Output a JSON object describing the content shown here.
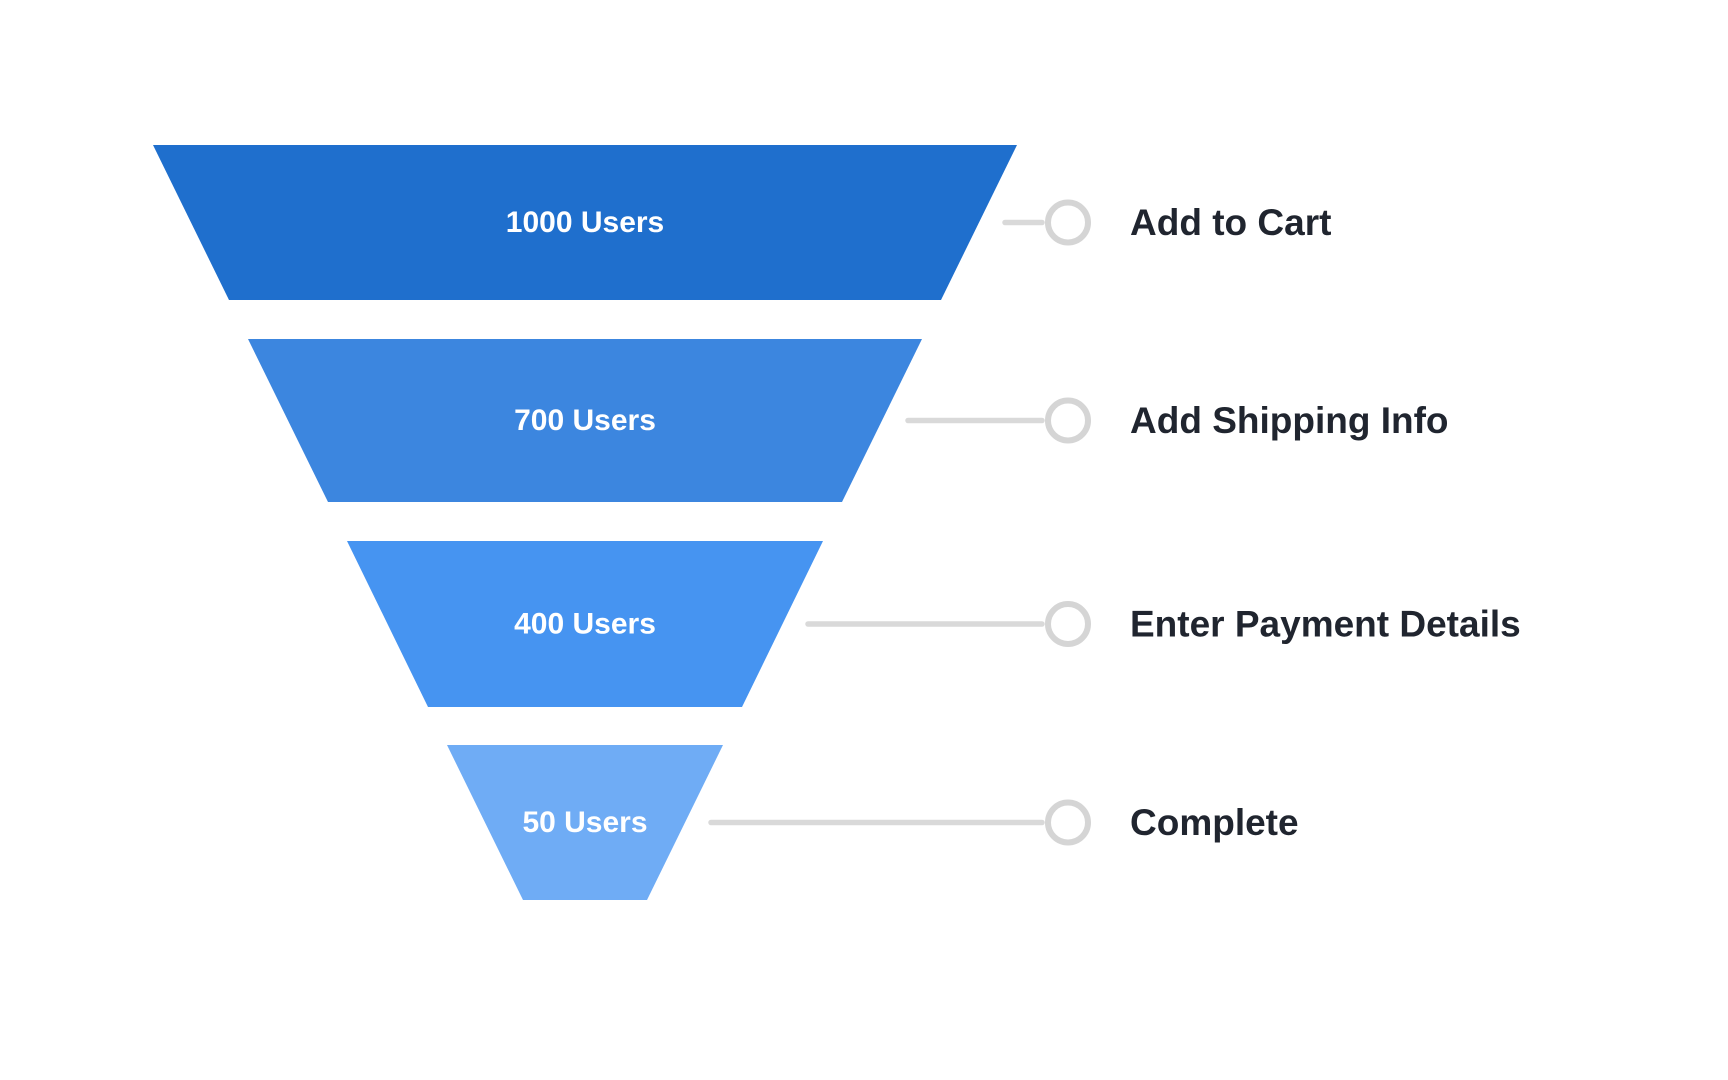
{
  "chart_data": {
    "type": "funnel",
    "title": "",
    "orientation": "top-wide-inverted-funnel",
    "categories": [
      "Add to Cart",
      "Add Shipping Info",
      "Enter Payment Details",
      "Complete"
    ],
    "values": [
      1000,
      700,
      400,
      50
    ],
    "unit": "Users",
    "stages": [
      {
        "label": "Add to Cart",
        "users": 1000,
        "value_label": "1000 Users",
        "color": "#1F6FCD"
      },
      {
        "label": "Add Shipping Info",
        "users": 700,
        "value_label": "700 Users",
        "color": "#3C86DF"
      },
      {
        "label": "Enter Payment Details",
        "users": 400,
        "value_label": "400 Users",
        "color": "#4694F1"
      },
      {
        "label": "Complete",
        "users": 50,
        "value_label": "50 Users",
        "color": "#6FACF5"
      }
    ],
    "colors": {
      "connector": "#D9D9D9",
      "marker_ring": "#D5D5D5",
      "marker_fill": "#FFFFFF",
      "stage_label_text": "#20252F",
      "value_text": "#FFFFFF",
      "background": "#FFFFFF"
    },
    "layout_hints": {
      "legend": "none",
      "axes": "none",
      "grid": "off",
      "labels_position": "right-of-funnel-with-leader-lines"
    }
  }
}
